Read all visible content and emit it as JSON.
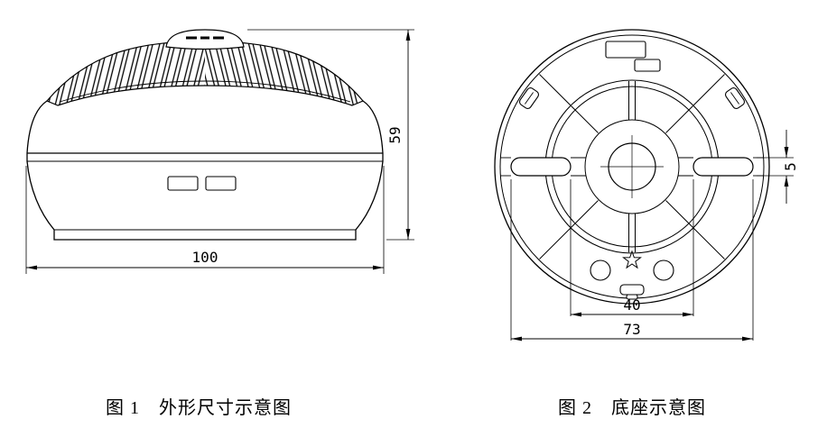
{
  "figure1": {
    "caption": "图 1　外形尺寸示意图",
    "dimensions": {
      "height": "59",
      "width": "100"
    }
  },
  "figure2": {
    "caption": "图 2　底座示意图",
    "dimensions": {
      "slot_width": "5",
      "inner_span": "40",
      "outer_span": "73"
    }
  },
  "colors": {
    "line": "#000000",
    "background": "#ffffff"
  }
}
